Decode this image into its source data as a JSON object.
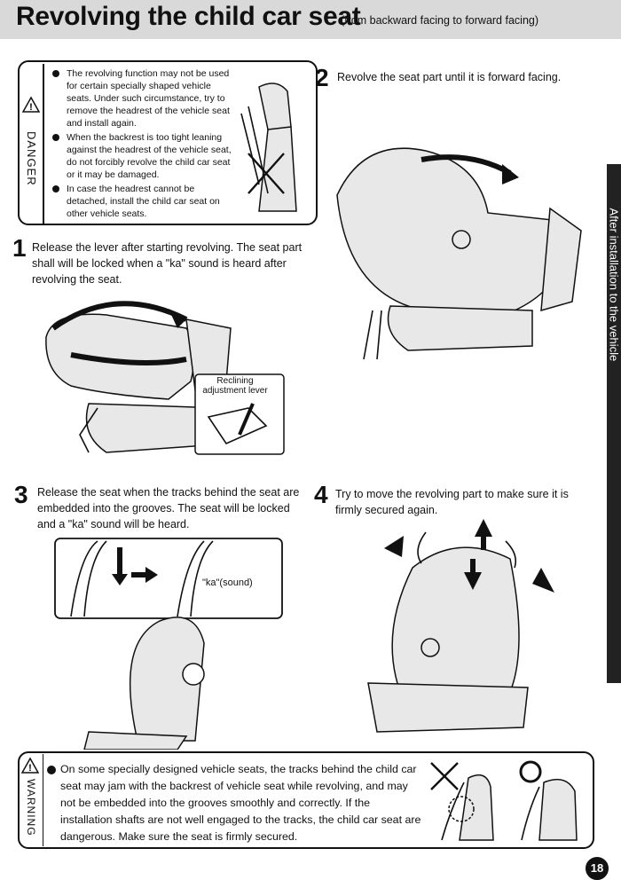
{
  "header": {
    "title": "Revolving the child car seat",
    "subtitle": "(from backward facing to forward facing)"
  },
  "sidetab": {
    "label": "After installation to the vehicle"
  },
  "danger": {
    "label": "DANGER",
    "bullets": [
      "The revolving function may not be used for certain specially shaped vehicle seats. Under such circumstance, try to remove the headrest of the vehicle seat and install again.",
      "When the backrest is too tight leaning against the headrest of the vehicle seat, do not forcibly revolve the child car seat or it may be damaged.",
      "In case the headrest cannot be detached, install the child car seat on other vehicle seats."
    ]
  },
  "steps": [
    {
      "number": "1",
      "text": "Release the lever after starting revolving. The seat part shall will be locked when a \"ka\" sound is heard after revolving the seat."
    },
    {
      "number": "2",
      "text": "Revolve the seat part until it is forward facing."
    },
    {
      "number": "3",
      "text": "Release the seat when the tracks behind the seat are embedded into the grooves. The seat will be locked and a \"ka\" sound will be heard."
    },
    {
      "number": "4",
      "text": "Try to move the revolving part to make sure it is firmly secured again."
    }
  ],
  "callouts": {
    "reclining_lever": "Reclining adjustment lever",
    "ka_sound": "\"ka\"(sound)"
  },
  "warning": {
    "label": "WARNING",
    "text": "On some specially designed vehicle seats, the tracks behind the child car seat may jam with the backrest of vehicle seat while revolving, and may not be embedded into the grooves smoothly and correctly. If the installation shafts are not well engaged to the tracks, the child car seat are dangerous. Make sure the seat is firmly secured."
  },
  "page_number": "18",
  "icons": [
    "warning-triangle-icon",
    "cross-mark-icon",
    "circle-ok-icon",
    "arrow-icon"
  ]
}
